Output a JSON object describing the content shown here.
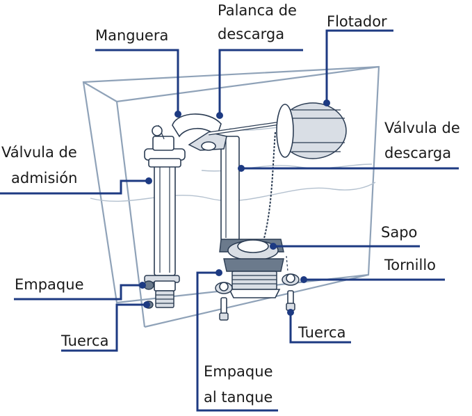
{
  "labels": {
    "manguera": "Manguera",
    "palanca_l1": "Palanca de",
    "palanca_l2": "descarga",
    "flotador": "Flotador",
    "valvula_admision_l1": "Válvula de",
    "valvula_admision_l2": "admisión",
    "valvula_descarga_l1": "Válvula de",
    "valvula_descarga_l2": "descarga",
    "sapo": "Sapo",
    "tornillo": "Tornillo",
    "empaque": "Empaque",
    "tuerca_left": "Tuerca",
    "tuerca_right": "Tuerca",
    "empaque_tanque_l1": "Empaque",
    "empaque_tanque_l2": "al tanque"
  },
  "colors": {
    "leader": "#1d3a82",
    "tank_outline": "#8fa2b8",
    "text": "#1a1a1a"
  }
}
